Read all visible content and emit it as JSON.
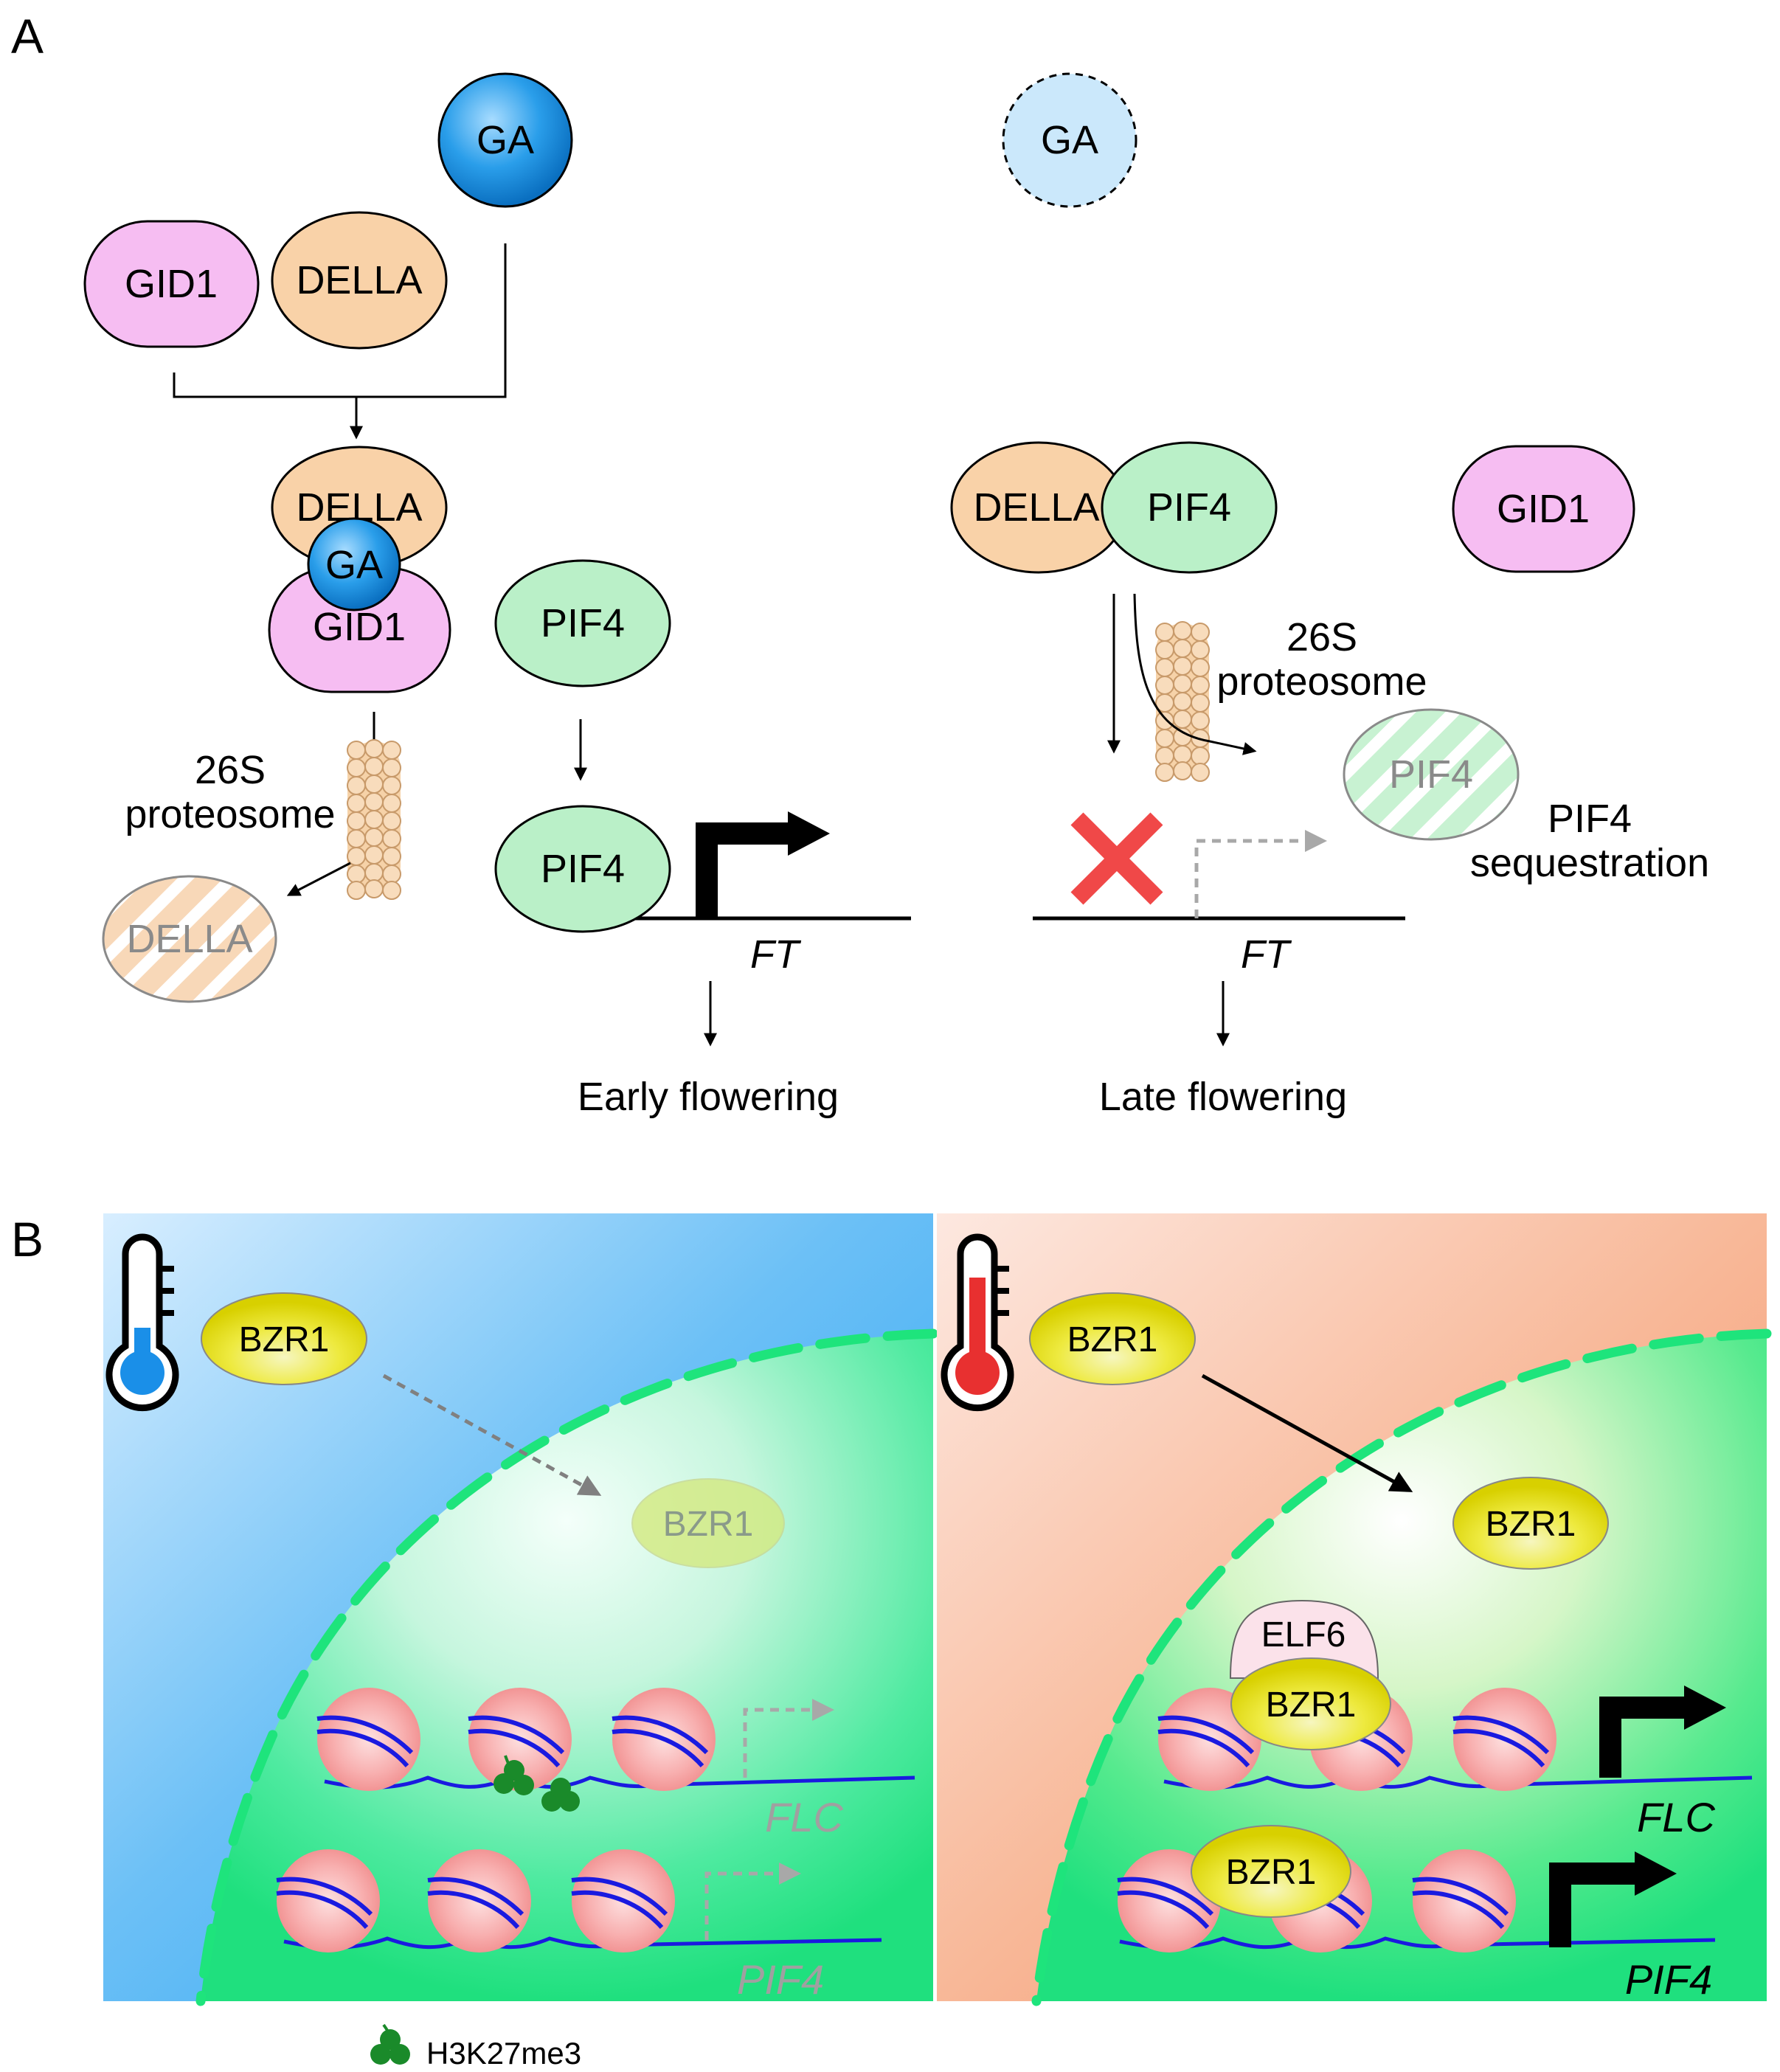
{
  "panel_a": {
    "letter": "A",
    "ga": "GA",
    "ga_absent": "GA",
    "gid1": "GID1",
    "della": "DELLA",
    "complex_della": "DELLA",
    "complex_ga": "GA",
    "complex_gid1": "GID1",
    "proteosome_left_line1": "26S",
    "proteosome_left_line2": "proteosome",
    "degraded_della": "DELLA",
    "pif4_free": "PIF4",
    "pif4_bound": "PIF4",
    "ft_left": "FT",
    "early_flowering": "Early flowering",
    "della_right": "DELLA",
    "pif4_right": "PIF4",
    "gid1_right": "GID1",
    "proteosome_right_line1": "26S",
    "proteosome_right_line2": "proteosome",
    "pif4_sequestered": "PIF4",
    "sequestration_line1": "PIF4",
    "sequestration_line2": "sequestration",
    "ft_right": "FT",
    "late_flowering": "Late flowering"
  },
  "panel_b": {
    "letter": "B",
    "cold": {
      "bzr1_cytoplasm": "BZR1",
      "bzr1_nucleus": "BZR1",
      "flc": "FLC",
      "pif4": "PIF4",
      "thermometer_icon": "thermometer-cold-icon"
    },
    "warm": {
      "bzr1_cytoplasm": "BZR1",
      "bzr1_nucleus": "BZR1",
      "elf6": "ELF6",
      "bzr1_flc": "BZR1",
      "bzr1_pif4": "BZR1",
      "flc": "FLC",
      "pif4": "PIF4",
      "thermometer_icon": "thermometer-warm-icon"
    },
    "legend": "H3K27me3"
  },
  "colors": {
    "ga_blue": "#1a8fe0",
    "gid1_pink": "#f3b8f0",
    "della_orange": "#f8cfa0",
    "pif4_green": "#b8f0c8",
    "bzr1_yellow": "#e8e020",
    "nucleus_green": "#2ee88a",
    "cross_red": "#f04848",
    "h3k27me3_green": "#1a8a2a"
  }
}
